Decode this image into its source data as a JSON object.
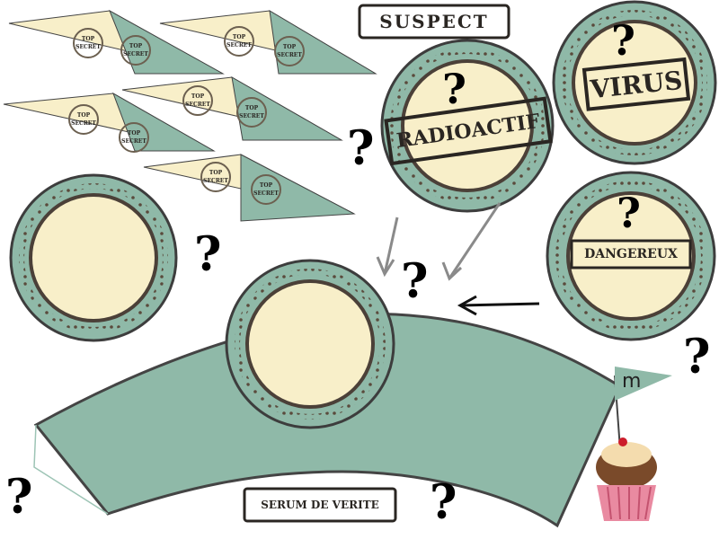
{
  "labels": {
    "suspect": "SUSPECT",
    "radioactif": "RADIOACTIF",
    "virus": "VIRUS",
    "dangereux": "DANGEREUX",
    "serum": "SERUM DE VERITE",
    "flag": "m",
    "top": "TOP",
    "secret": "SECRET"
  },
  "question_mark": "?",
  "colors": {
    "teal": "#8fb9a8",
    "cream": "#f8efc9",
    "dots": "#5a4a3c",
    "ink": "#2a2622"
  }
}
